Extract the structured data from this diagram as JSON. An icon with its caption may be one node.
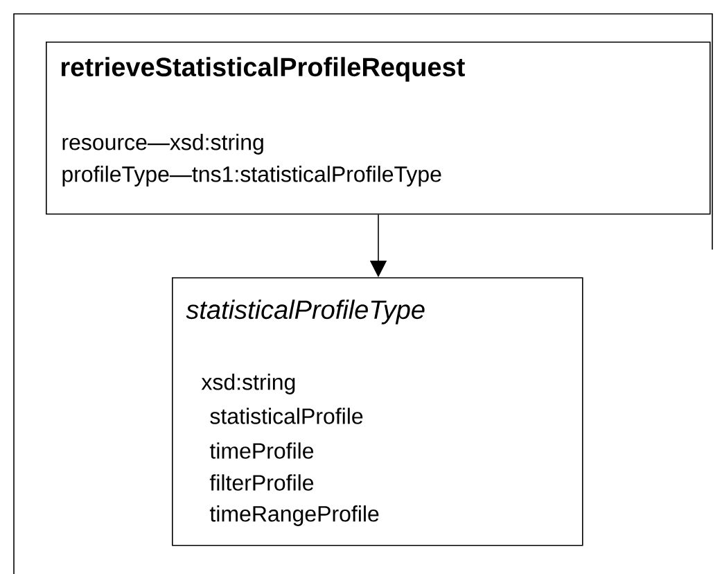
{
  "diagram": {
    "nodes": [
      {
        "text": [
          "retrieveStatisticalProfileRequest",
          "resource—xsd:string",
          "profileType—tns1:statisticalProfileType"
        ]
      },
      {
        "text": [
          "statisticalProfileType",
          "xsd:string",
          "statisticalProfile",
          "timeProfile",
          "filterProfile",
          "timeRangeProfile"
        ]
      }
    ],
    "edges": [
      {
        "from": 0,
        "to": 1,
        "arrow": "to"
      }
    ]
  }
}
